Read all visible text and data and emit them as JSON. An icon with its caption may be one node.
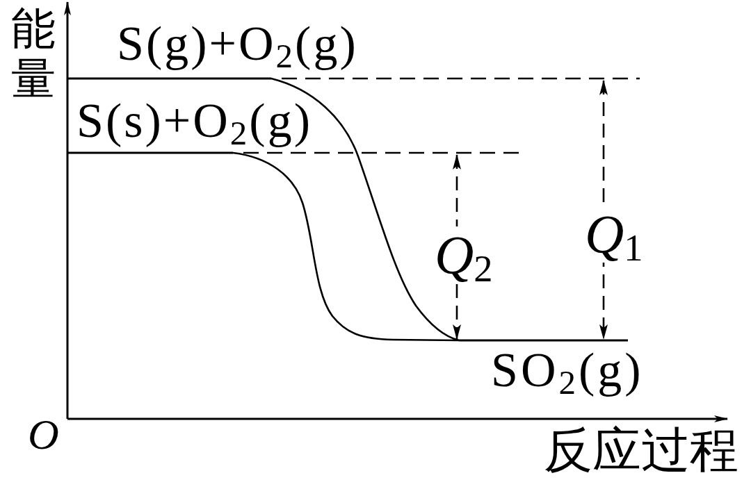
{
  "diagram": {
    "labels": [
      "能量",
      "S(g)+O$_{2}$(g)",
      "S(s)+O$_{2}$(g)",
      "*Q*$_{1}$",
      "*Q*$_{2}$",
      "SO$_{2}$(g)",
      "O",
      "反应过程"
    ]
  }
}
